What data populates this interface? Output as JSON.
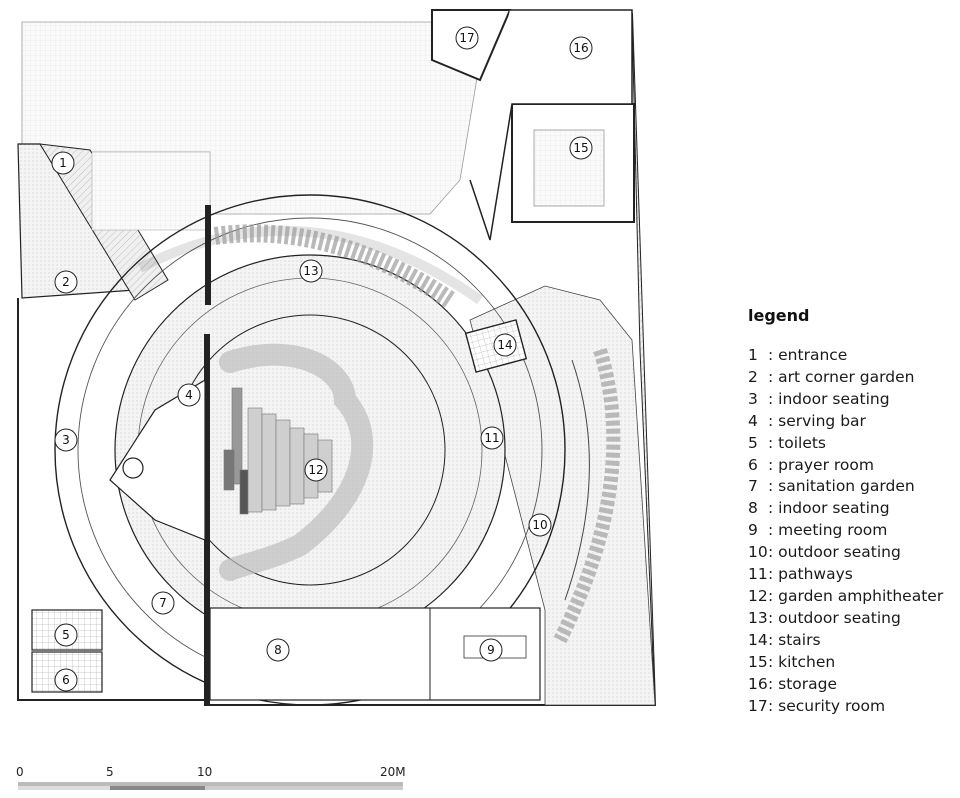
{
  "legend": {
    "title": "legend",
    "items": [
      {
        "num": "1",
        "label": ": entrance"
      },
      {
        "num": "2",
        "label": ": art corner garden"
      },
      {
        "num": "3",
        "label": ": indoor seating"
      },
      {
        "num": "4",
        "label": ": serving bar"
      },
      {
        "num": "5",
        "label": ": toilets"
      },
      {
        "num": "6",
        "label": ": prayer room"
      },
      {
        "num": "7",
        "label": ": sanitation garden"
      },
      {
        "num": "8",
        "label": ": indoor seating"
      },
      {
        "num": "9",
        "label": ": meeting room"
      },
      {
        "num": "10",
        "label": ": outdoor seating"
      },
      {
        "num": "11",
        "label": ": pathways"
      },
      {
        "num": "12",
        "label": ": garden amphitheater"
      },
      {
        "num": "13",
        "label": ": outdoor seating"
      },
      {
        "num": "14",
        "label": ": stairs"
      },
      {
        "num": "15",
        "label": ": kitchen"
      },
      {
        "num": "16",
        "label": ": storage"
      },
      {
        "num": "17",
        "label": ": security room"
      }
    ]
  },
  "plan_markers": [
    "1",
    "2",
    "3",
    "4",
    "5",
    "6",
    "7",
    "8",
    "9",
    "10",
    "11",
    "12",
    "13",
    "14",
    "15",
    "16",
    "17"
  ],
  "scale_bar": {
    "labels": [
      "0",
      "5",
      "10",
      "20M"
    ]
  },
  "colors": {
    "line": "#222222",
    "hatch_fill": "#e4e4e4",
    "dot_fill": "#ededed",
    "planting": "#cfcfcf"
  }
}
